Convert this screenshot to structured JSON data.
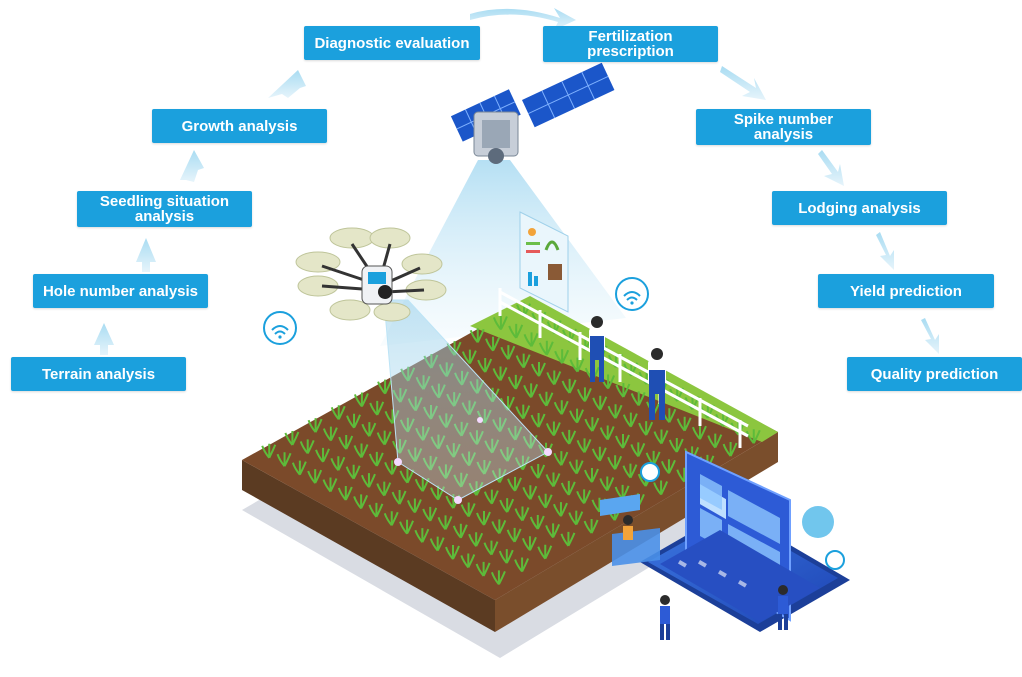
{
  "steps": {
    "terrain": "Terrain analysis",
    "hole_number": "Hole number analysis",
    "seedling": "Seedling situation\nanalysis",
    "growth": "Growth analysis",
    "diagnostic": "Diagnostic evaluation",
    "fertilization": "Fertilization\nprescription",
    "spike_number": "Spike number\nanalysis",
    "lodging": "Lodging analysis",
    "yield": "Yield prediction",
    "quality": "Quality prediction"
  },
  "colors": {
    "label_bg": "#1ba0dd",
    "arrow": "#bfe3f4",
    "grass": "#8cc63f",
    "soil": "#6b3f22",
    "laptop": "#2a5bd7"
  },
  "icons": [
    "satellite-icon",
    "drone-icon",
    "wifi-icon",
    "laptop-icon",
    "farmer-icon",
    "chart-panel-icon"
  ]
}
